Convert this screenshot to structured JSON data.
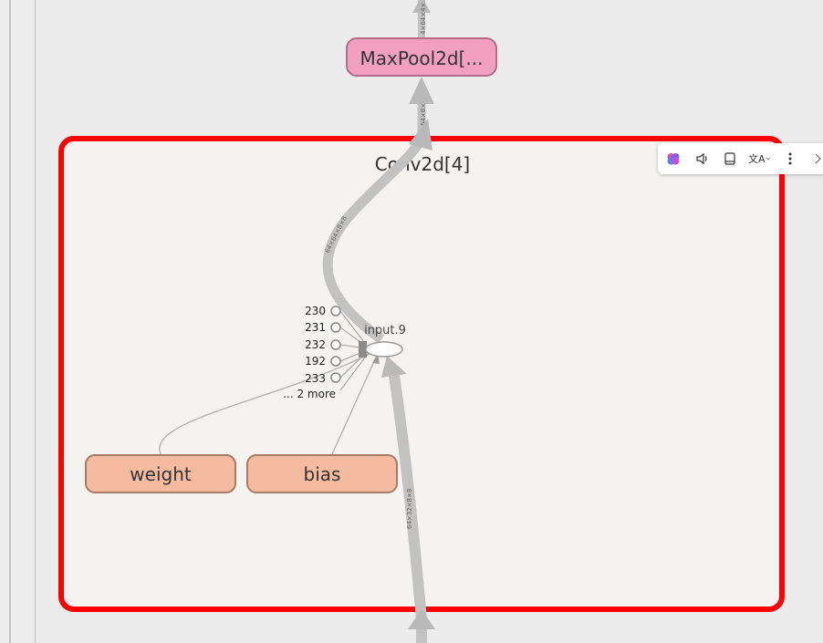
{
  "graph": {
    "top_node_label": "MaxPool2d[...",
    "module_label": "Conv2d[4]",
    "op_node_label": "input.9",
    "inputs": [
      "230",
      "231",
      "232",
      "192",
      "233"
    ],
    "more_label": "... 2 more",
    "param_weight": "weight",
    "param_bias": "bias",
    "edge_labels": {
      "top": "4×64×4×",
      "pool_in": "64×8×",
      "conv_out": "64×64×8×8",
      "conv_in": "64×32×8×8"
    }
  },
  "colors": {
    "module_border": "#ff0000",
    "module_fill": "#f4f3ef",
    "pool_fill": "#f2a0bf",
    "param_fill": "#f5bba1",
    "edge": "#bdbdbd"
  },
  "toolbar": {
    "icons": [
      "brain-icon",
      "speaker-icon",
      "book-icon",
      "translate-icon",
      "more-icon",
      "close-icon"
    ]
  }
}
